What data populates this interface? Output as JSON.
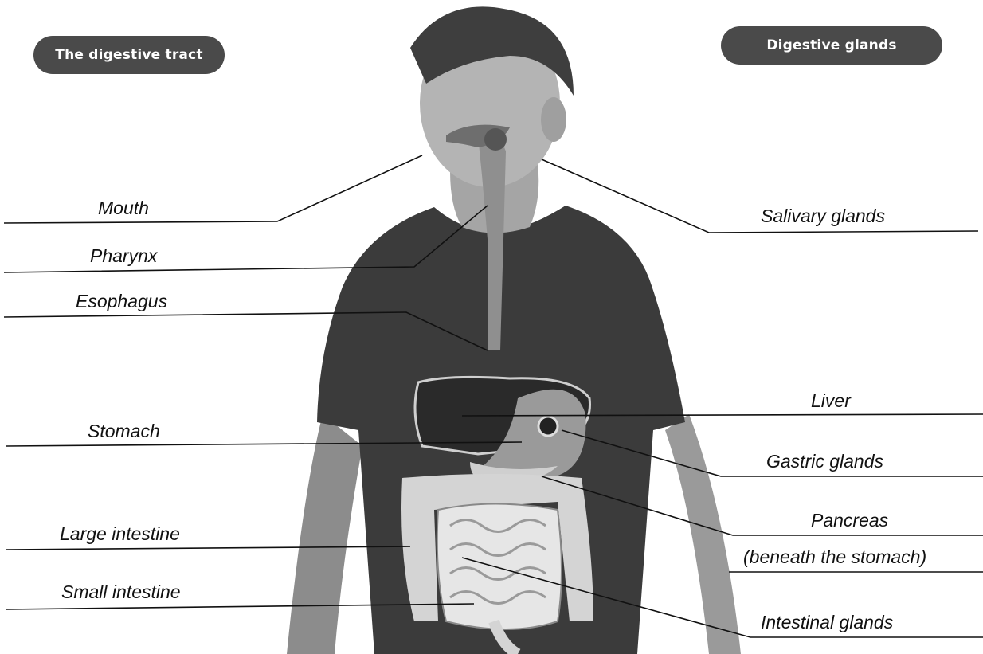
{
  "header_left": "The digestive tract",
  "header_right": "Digestive glands",
  "tract_labels": {
    "mouth": "Mouth",
    "pharynx": "Pharynx",
    "esophagus": "Esophagus",
    "stomach": "Stomach",
    "large_intestine": "Large intestine",
    "small_intestine": "Small intestine"
  },
  "gland_labels": {
    "salivary": "Salivary glands",
    "liver": "Liver",
    "gastric": "Gastric glands",
    "pancreas": "Pancreas",
    "pancreas_note": "(beneath the stomach)",
    "intestinal": "Intestinal glands"
  },
  "colors": {
    "pill": "#4a4a4a",
    "shirt": "#3a3a3a",
    "skin": "#a9a9a9",
    "organs": "#c8c8c8"
  }
}
